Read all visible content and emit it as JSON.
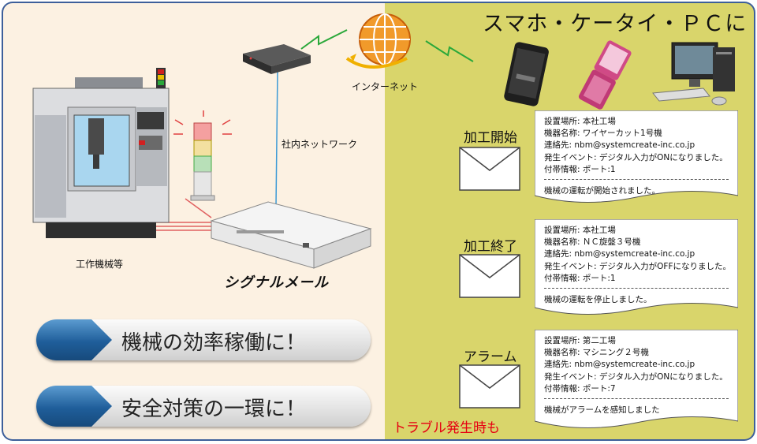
{
  "headline": "スマホ・ケータイ・ＰＣに",
  "internet_label": "インターネット",
  "lan_label": "社内ネットワーク",
  "machine_label": "工作機械等",
  "device_label": "シグナルメール",
  "banners": [
    {
      "text": "機械の効率稼働に！"
    },
    {
      "text": "安全対策の一環に！"
    }
  ],
  "trouble_label": "トラブル発生時も",
  "events": [
    {
      "label": "加工開始",
      "lines": [
        "設置場所: 本社工場",
        "機器名称: ワイヤーカット1号機",
        "連絡先: nbm@systemcreate-inc.co.jp",
        "発生イベント: デジタル入力がONになりました。",
        "付帯情報: ポート:1"
      ],
      "message": "機械の運転が開始されました。"
    },
    {
      "label": "加工終了",
      "lines": [
        "設置場所: 本社工場",
        "機器名称: ＮＣ旋盤３号機",
        "連絡先: nbm@systemcreate-inc.co.jp",
        "発生イベント: デジタル入力がOFFになりました。",
        "付帯情報: ポート:1"
      ],
      "message": "機械の運転を停止しました。"
    },
    {
      "label": "アラーム",
      "lines": [
        "設置場所: 第二工場",
        "機器名称: マシニング２号機",
        "連絡先: nbm@systemcreate-inc.co.jp",
        "発生イベント: デジタル入力がONになりました。",
        "付帯情報: ポート:7"
      ],
      "message": "機械がアラームを感知しました"
    }
  ],
  "colors": {
    "left_bg": "#fcf1e2",
    "right_bg": "#d9d56b",
    "border": "#3d5f9a",
    "banner_arrow": "#1f5e9a",
    "trouble": "#e60012",
    "signal_line_green": "#2aa83a",
    "lan_line_blue": "#3c9ad6",
    "io_line_red": "#e06060"
  }
}
